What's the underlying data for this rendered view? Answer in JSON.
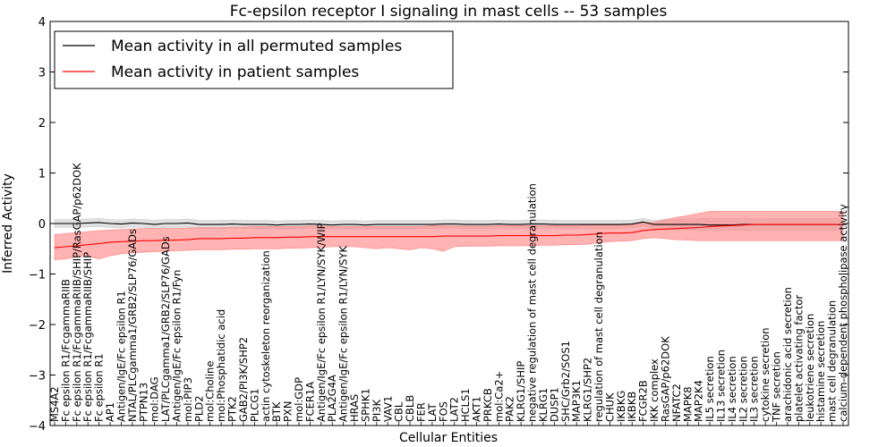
{
  "chart_data": {
    "type": "line",
    "title": "Fc-epsilon receptor I signaling in mast cells -- 53 samples",
    "xlabel": "Cellular Entities",
    "ylabel": "Inferred Activity",
    "ylim": [
      -4,
      4
    ],
    "yticks": [
      -4,
      -3,
      -2,
      -1,
      0,
      1,
      2,
      3,
      4
    ],
    "grid": false,
    "legend_position": "top-left",
    "categories": [
      "MS4A2",
      "Fc epsilon R1/FcgammaRIIB",
      "Fc epsilon R1/FcgammaRIIB/SHIP/RasGAP/p62DOK",
      "Fc epsilon R1/FcgammaRIIB/SHIP",
      "Fc epsilon R1",
      "AP1",
      "Antigen/IgE/Fc epsilon R1",
      "NTAL/PLCgamma1/GRB2/SLP76/GADs",
      "PTPN13",
      "mol:DAG",
      "LAT/PLCgamma1/GRB2/SLP76/GADs",
      "Antigen/IgE/Fc epsilon R1/Fyn",
      "mol:PIP3",
      "PLD2",
      "mol:Choline",
      "mol:Phosphatidic acid",
      "PTK2",
      "GAB2/PI3K/SHP2",
      "PLCG1",
      "actin cytoskeleton reorganization",
      "BTK",
      "PXN",
      "mol:GDP",
      "FCER1A",
      "Antigen/IgE/Fc epsilon R1/LYN/SYK/WIP",
      "PLA2G4A",
      "Antigen/IgE/Fc epsilon R1/LYN/SYK",
      "HRAS",
      "SPHK1",
      "PI3K",
      "VAV1",
      "CBL",
      "CBLB",
      "FER",
      "LAT",
      "FOS",
      "LAT2",
      "HCLS1",
      "AKT1",
      "PRKCB",
      "mol:Ca2+",
      "PAK2",
      "KLRG1/SHIP",
      "negative regulation of mast cell degranulation",
      "KLRG1",
      "DUSP1",
      "SHC/Grb2/SOS1",
      "MAP3K1",
      "KLRG1/SHP2",
      "regulation of mast cell degranulation",
      "CHUK",
      "IKBKG",
      "IKBKB",
      "FCGR2B",
      "IKK complex",
      "RasGAP/p62DOK",
      "NFATC2",
      "MAPK8",
      "MAP2K4",
      "IL5 secretion",
      "IL13 secretion",
      "IL4 secretion",
      "IL2 secretion",
      "IL3 secretion",
      "cytokine secretion",
      "TNF secretion",
      "arachidonic acid secretion",
      "platelet activating factor",
      "leukotriene secretion",
      "histamine secretion",
      "mast cell degranulation",
      "calcium-dependent phospholipase activity"
    ],
    "series": [
      {
        "name": "Mean activity in all permuted samples",
        "color": "#000000",
        "band_color": "#c8c8c8",
        "values": [
          0.0,
          0.0,
          0.0,
          0.01,
          0.02,
          0.0,
          -0.01,
          0.01,
          0.0,
          -0.02,
          0.0,
          0.0,
          0.01,
          -0.02,
          -0.02,
          -0.02,
          -0.01,
          -0.02,
          -0.02,
          -0.02,
          -0.03,
          -0.02,
          -0.02,
          -0.01,
          -0.02,
          -0.03,
          -0.02,
          -0.02,
          -0.03,
          -0.02,
          -0.02,
          -0.02,
          -0.02,
          -0.02,
          -0.02,
          -0.01,
          -0.01,
          -0.02,
          -0.02,
          -0.02,
          -0.01,
          -0.02,
          -0.02,
          -0.01,
          -0.01,
          -0.02,
          -0.02,
          -0.02,
          -0.02,
          -0.02,
          -0.02,
          -0.02,
          -0.01,
          0.03,
          -0.02,
          -0.02,
          -0.02,
          -0.02,
          -0.02,
          -0.03,
          -0.03,
          -0.03,
          -0.02,
          -0.02,
          -0.02,
          -0.02,
          -0.02,
          -0.02,
          -0.02,
          -0.02,
          -0.02,
          -0.02
        ],
        "upper": [
          0.08,
          0.08,
          0.08,
          0.09,
          0.1,
          0.08,
          0.07,
          0.09,
          0.08,
          0.06,
          0.08,
          0.08,
          0.09,
          0.06,
          0.06,
          0.06,
          0.07,
          0.06,
          0.06,
          0.06,
          0.05,
          0.06,
          0.06,
          0.07,
          0.06,
          0.05,
          0.06,
          0.06,
          0.05,
          0.06,
          0.06,
          0.06,
          0.06,
          0.06,
          0.06,
          0.07,
          0.07,
          0.06,
          0.06,
          0.06,
          0.07,
          0.06,
          0.06,
          0.07,
          0.07,
          0.06,
          0.06,
          0.06,
          0.06,
          0.06,
          0.06,
          0.06,
          0.07,
          0.1,
          0.06,
          0.08,
          0.08,
          0.09,
          0.1,
          0.1,
          0.1,
          0.1,
          0.1,
          0.1,
          0.1,
          0.1,
          0.1,
          0.1,
          0.1,
          0.1,
          0.1,
          0.1
        ],
        "lower": [
          -0.08,
          -0.08,
          -0.08,
          -0.07,
          -0.06,
          -0.08,
          -0.09,
          -0.07,
          -0.08,
          -0.1,
          -0.08,
          -0.08,
          -0.07,
          -0.1,
          -0.1,
          -0.1,
          -0.09,
          -0.1,
          -0.1,
          -0.1,
          -0.11,
          -0.1,
          -0.1,
          -0.09,
          -0.1,
          -0.11,
          -0.1,
          -0.1,
          -0.11,
          -0.1,
          -0.1,
          -0.1,
          -0.1,
          -0.1,
          -0.1,
          -0.09,
          -0.09,
          -0.1,
          -0.1,
          -0.1,
          -0.09,
          -0.1,
          -0.1,
          -0.09,
          -0.09,
          -0.1,
          -0.1,
          -0.1,
          -0.1,
          -0.1,
          -0.1,
          -0.1,
          -0.09,
          -0.05,
          -0.1,
          -0.12,
          -0.12,
          -0.13,
          -0.14,
          -0.14,
          -0.14,
          -0.14,
          -0.14,
          -0.14,
          -0.14,
          -0.14,
          -0.14,
          -0.14,
          -0.14,
          -0.14,
          -0.14,
          -0.14
        ]
      },
      {
        "name": "Mean activity in patient samples",
        "color": "#ff0000",
        "band_color": "#ff8080",
        "values": [
          -0.48,
          -0.46,
          -0.44,
          -0.42,
          -0.4,
          -0.37,
          -0.36,
          -0.35,
          -0.34,
          -0.34,
          -0.33,
          -0.33,
          -0.32,
          -0.3,
          -0.3,
          -0.3,
          -0.29,
          -0.29,
          -0.28,
          -0.28,
          -0.28,
          -0.27,
          -0.27,
          -0.26,
          -0.26,
          -0.26,
          -0.26,
          -0.26,
          -0.26,
          -0.26,
          -0.26,
          -0.26,
          -0.26,
          -0.26,
          -0.26,
          -0.25,
          -0.25,
          -0.25,
          -0.25,
          -0.25,
          -0.24,
          -0.24,
          -0.24,
          -0.24,
          -0.24,
          -0.24,
          -0.23,
          -0.23,
          -0.22,
          -0.2,
          -0.19,
          -0.19,
          -0.18,
          -0.14,
          -0.12,
          -0.11,
          -0.1,
          -0.09,
          -0.08,
          -0.06,
          -0.05,
          -0.04,
          -0.03,
          -0.02,
          -0.02,
          -0.02,
          -0.02,
          -0.02,
          -0.02,
          -0.02,
          -0.02,
          -0.02
        ],
        "upper": [
          -0.22,
          -0.2,
          -0.18,
          -0.16,
          -0.14,
          -0.13,
          -0.12,
          -0.11,
          -0.1,
          -0.1,
          -0.1,
          -0.1,
          -0.09,
          -0.08,
          -0.08,
          -0.08,
          -0.07,
          -0.07,
          -0.06,
          -0.06,
          -0.06,
          -0.06,
          -0.06,
          -0.05,
          -0.05,
          -0.06,
          -0.06,
          -0.06,
          -0.06,
          -0.06,
          -0.06,
          -0.06,
          -0.06,
          -0.06,
          -0.04,
          -0.04,
          -0.05,
          -0.05,
          -0.05,
          -0.05,
          -0.04,
          -0.04,
          -0.04,
          -0.04,
          -0.04,
          -0.04,
          -0.04,
          -0.04,
          -0.03,
          -0.03,
          -0.03,
          -0.03,
          -0.02,
          0.02,
          0.02,
          0.08,
          0.12,
          0.16,
          0.2,
          0.24,
          0.24,
          0.24,
          0.24,
          0.24,
          0.24,
          0.24,
          0.24,
          0.24,
          0.24,
          0.24,
          0.24,
          0.24
        ],
        "lower": [
          -0.72,
          -0.7,
          -0.66,
          -0.65,
          -0.7,
          -0.64,
          -0.6,
          -0.58,
          -0.57,
          -0.56,
          -0.55,
          -0.54,
          -0.53,
          -0.52,
          -0.52,
          -0.52,
          -0.51,
          -0.51,
          -0.5,
          -0.5,
          -0.5,
          -0.49,
          -0.49,
          -0.48,
          -0.47,
          -0.46,
          -0.46,
          -0.46,
          -0.48,
          -0.5,
          -0.48,
          -0.5,
          -0.52,
          -0.48,
          -0.5,
          -0.55,
          -0.46,
          -0.45,
          -0.45,
          -0.45,
          -0.44,
          -0.44,
          -0.44,
          -0.44,
          -0.43,
          -0.43,
          -0.42,
          -0.42,
          -0.41,
          -0.38,
          -0.36,
          -0.35,
          -0.34,
          -0.3,
          -0.28,
          -0.3,
          -0.32,
          -0.33,
          -0.34,
          -0.34,
          -0.34,
          -0.34,
          -0.34,
          -0.34,
          -0.34,
          -0.34,
          -0.34,
          -0.34,
          -0.34,
          -0.34,
          -0.34,
          -0.34
        ]
      }
    ]
  }
}
